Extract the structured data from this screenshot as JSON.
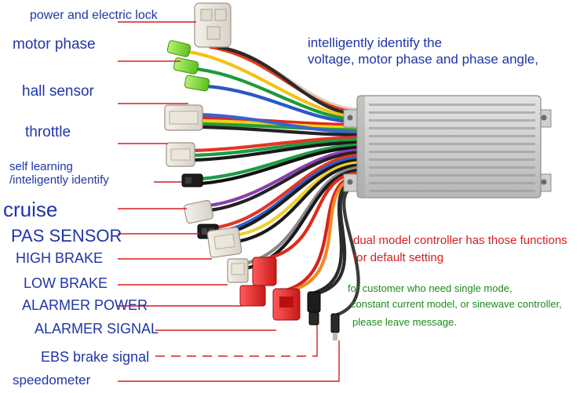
{
  "labels": [
    {
      "id": "power",
      "text": "power and electric lock"
    },
    {
      "id": "motor",
      "text": "motor phase"
    },
    {
      "id": "hall",
      "text": "hall sensor"
    },
    {
      "id": "throttle",
      "text": "throttle"
    },
    {
      "id": "self1",
      "text": "self learning"
    },
    {
      "id": "self2",
      "text": "/inteligently identify"
    },
    {
      "id": "cruise",
      "text": "cruise"
    },
    {
      "id": "pas",
      "text": "PAS SENSOR"
    },
    {
      "id": "highbrake",
      "text": "HIGH BRAKE"
    },
    {
      "id": "lowbrake",
      "text": "LOW BRAKE"
    },
    {
      "id": "alarmpower",
      "text": "ALARMER POWER"
    },
    {
      "id": "alarmsignal",
      "text": "ALARMER SIGNAL"
    },
    {
      "id": "ebs",
      "text": "EBS brake signal"
    },
    {
      "id": "speedo",
      "text": "speedometer"
    }
  ],
  "notes": {
    "identify_line1": "intelligently identify the",
    "identify_line2": "voltage, motor phase and phase angle,",
    "dual_line1": "dual model controller has those functions",
    "dual_line2": "for default setting",
    "single_line1": "for customer who need single mode,",
    "single_line2": "constant current model, or sinewave controller,",
    "single_line3": "please leave message."
  },
  "colors": {
    "label_blue": "#1f35a8",
    "leader_red": "#d81e1e",
    "note_green": "#1c8a1c",
    "controller_silver": "#c9c9c7"
  },
  "wires": [
    {
      "color": "#d8d0c0",
      "to": "power-connector"
    },
    {
      "color": "#e43a1c",
      "to": "power-connector"
    },
    {
      "color": "#2a2a2a",
      "to": "power-connector"
    },
    {
      "color": "#f2c21a",
      "to": "motor-connector-1"
    },
    {
      "color": "#1c9a3a",
      "to": "motor-connector-2"
    },
    {
      "color": "#2b57c8",
      "to": "motor-connector-3"
    },
    {
      "color": "#e02a1a",
      "to": "hall-connector"
    },
    {
      "color": "#f0d020",
      "to": "hall-connector"
    },
    {
      "color": "#2a9a3a",
      "to": "hall-connector"
    },
    {
      "color": "#3a63cf",
      "to": "hall-connector"
    },
    {
      "color": "#222222",
      "to": "hall-connector"
    },
    {
      "color": "#e53522",
      "to": "throttle-connector"
    },
    {
      "color": "#1f9a45",
      "to": "throttle-connector"
    },
    {
      "color": "#1a1a1a",
      "to": "throttle-connector"
    },
    {
      "color": "#1f9a45",
      "to": "self-learning-connector"
    },
    {
      "color": "#111111",
      "to": "self-learning-connector"
    },
    {
      "color": "#8a3fb0",
      "to": "cruise-connector"
    },
    {
      "color": "#222222",
      "to": "cruise-connector"
    },
    {
      "color": "#e53522",
      "to": "pas-connector"
    },
    {
      "color": "#2c60d0",
      "to": "pas-connector"
    },
    {
      "color": "#1a1a1a",
      "to": "pas-connector"
    },
    {
      "color": "#f0d030",
      "to": "high-brake-connector"
    },
    {
      "color": "#1a1a1a",
      "to": "high-brake-connector"
    },
    {
      "color": "#8a8a8a",
      "to": "low-brake-connector"
    },
    {
      "color": "#1a1a1a",
      "to": "low-brake-connector"
    },
    {
      "color": "#e02a1a",
      "to": "alarmer-power-connector"
    },
    {
      "color": "#d82020",
      "to": "alarmer-signal-connector"
    },
    {
      "color": "#f08a20",
      "to": "alarmer-signal-connector"
    },
    {
      "color": "#2a2a2a",
      "to": "ebs-connector"
    },
    {
      "color": "#2a2a2a",
      "to": "ebs-connector"
    },
    {
      "color": "#3a3a3a",
      "to": "speedometer-connector"
    }
  ]
}
